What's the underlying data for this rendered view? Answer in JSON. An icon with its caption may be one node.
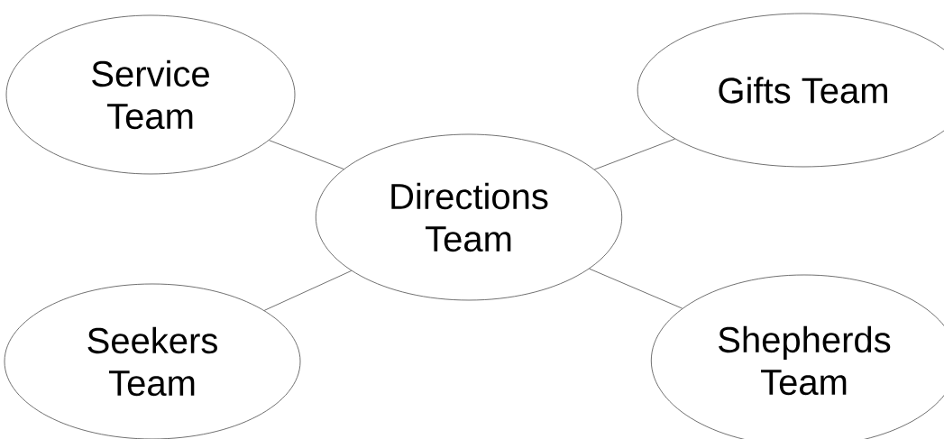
{
  "diagram": {
    "nodes": [
      {
        "text": [
          "Service Team"
        ]
      },
      {
        "text": [
          "Gifts Team"
        ]
      },
      {
        "text": [
          "Directions Team"
        ]
      },
      {
        "text": [
          "Seekers Team"
        ]
      },
      {
        "text": [
          "Shepherds Team"
        ]
      }
    ],
    "edges": [
      {
        "from": 2,
        "to": 0,
        "arrow": "none"
      },
      {
        "from": 2,
        "to": 1,
        "arrow": "none"
      },
      {
        "from": 2,
        "to": 3,
        "arrow": "none"
      },
      {
        "from": 2,
        "to": 4,
        "arrow": "none"
      }
    ]
  }
}
